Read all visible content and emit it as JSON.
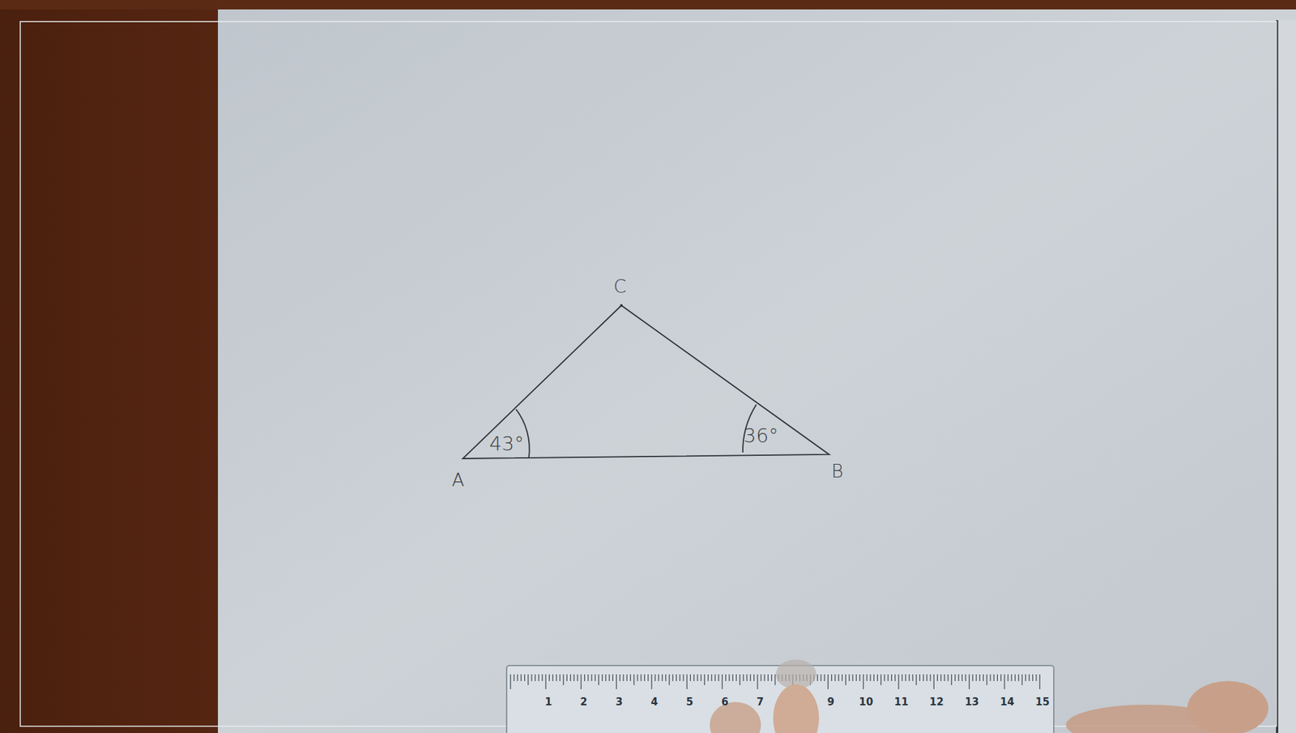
{
  "diagram": {
    "labels": [
      "C",
      "43°",
      "36°",
      "A",
      "B",
      "1",
      "2",
      "3",
      "4",
      "5",
      "6",
      "7",
      "9",
      "10",
      "11",
      "12",
      "13",
      "14",
      "15"
    ]
  }
}
